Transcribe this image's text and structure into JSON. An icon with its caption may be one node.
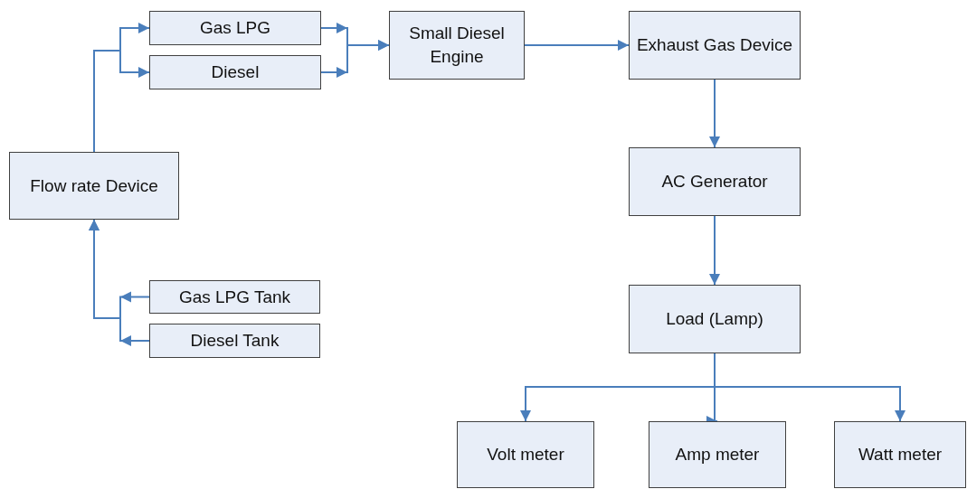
{
  "diagram": {
    "nodes": [
      {
        "text": [
          "Flow rate Device"
        ]
      },
      {
        "text": [
          "Gas LPG"
        ]
      },
      {
        "text": [
          "Diesel"
        ]
      },
      {
        "text": [
          "Small Diesel Engine"
        ]
      },
      {
        "text": [
          "Exhaust Gas Device"
        ]
      },
      {
        "text": [
          "AC Generator"
        ]
      },
      {
        "text": [
          "Gas LPG Tank"
        ]
      },
      {
        "text": [
          "Diesel Tank"
        ]
      },
      {
        "text": [
          "Load (Lamp)"
        ]
      },
      {
        "text": [
          "Volt meter"
        ]
      },
      {
        "text": [
          "Amp meter"
        ]
      },
      {
        "text": [
          "Watt meter"
        ]
      }
    ],
    "edges": [
      {
        "from": 6,
        "to": 0,
        "arrow": "to"
      },
      {
        "from": 7,
        "to": 0,
        "arrow": "to"
      },
      {
        "from": 0,
        "to": 1,
        "arrow": "to"
      },
      {
        "from": 0,
        "to": 2,
        "arrow": "to"
      },
      {
        "from": 1,
        "to": 3,
        "arrow": "to"
      },
      {
        "from": 2,
        "to": 3,
        "arrow": "to"
      },
      {
        "from": 3,
        "to": 4,
        "arrow": "to"
      },
      {
        "from": 4,
        "to": 5,
        "arrow": "to"
      },
      {
        "from": 5,
        "to": 8,
        "arrow": "to"
      },
      {
        "from": 8,
        "to": 9,
        "arrow": "to"
      },
      {
        "from": 8,
        "to": 10,
        "arrow": "to"
      },
      {
        "from": 8,
        "to": 11,
        "arrow": "to"
      }
    ]
  }
}
